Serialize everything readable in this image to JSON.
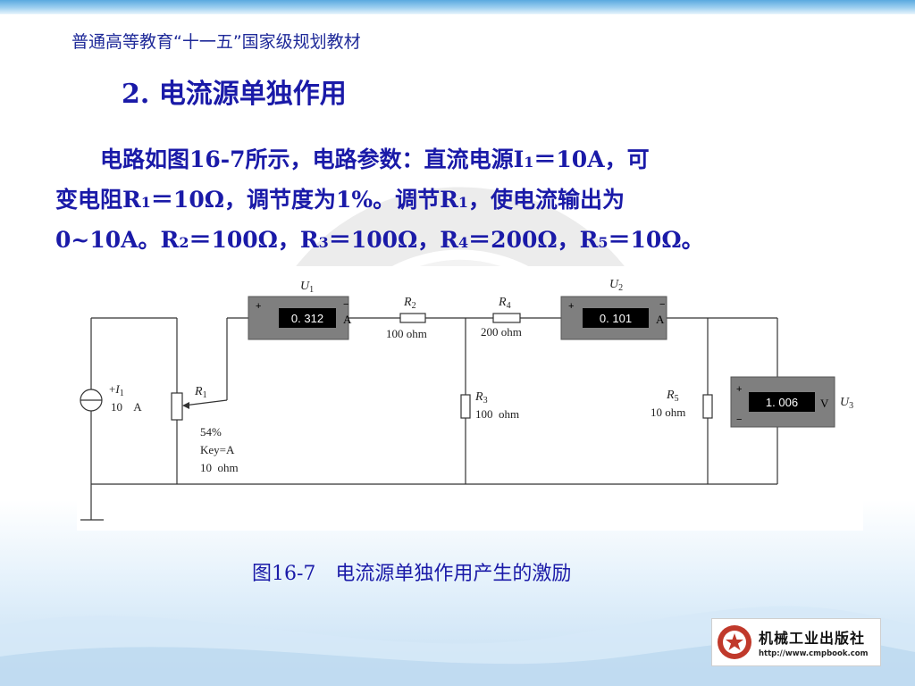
{
  "header": {
    "title": "普通高等教育“十一五”国家级规划教材"
  },
  "section": {
    "title": "2. 电流源单独作用"
  },
  "body": {
    "line1": {
      "a": "　　电路如图16-7所示，电路参数：直流电源I",
      "sub1": "1",
      "b": "＝10A，可"
    },
    "line2": {
      "a": "变电阻R",
      "sub1": "1",
      "b": "＝10Ω，调节度为1%。调节R",
      "sub2": "1",
      "c": "，使电流输出为"
    },
    "line3": {
      "a": "0~10A。R",
      "sub1": "2",
      "b": "＝100Ω，R",
      "sub2": "3",
      "c": "＝100Ω，R",
      "sub3": "4",
      "d": "＝200Ω，R",
      "sub4": "5",
      "e": "＝10Ω。"
    }
  },
  "circuit": {
    "u1": {
      "name": "U",
      "sub": "1",
      "reading": "0. 312",
      "unit": "A",
      "plus": "+",
      "minus": "−"
    },
    "u2": {
      "name": "U",
      "sub": "2",
      "reading": "0. 101",
      "unit": "A",
      "plus": "+",
      "minus": "−"
    },
    "u3": {
      "name": "U",
      "sub": "3",
      "reading": "1. 006",
      "unit": "V",
      "plus": "+",
      "minus": "−"
    },
    "r1": {
      "name": "R",
      "sub": "1",
      "setting": "54%",
      "key": "Key=A",
      "value": "10  ohm"
    },
    "r2": {
      "name": "R",
      "sub": "2",
      "value": "100 ohm"
    },
    "r3": {
      "name": "R",
      "sub": "3",
      "value": "100  ohm"
    },
    "r4": {
      "name": "R",
      "sub": "4",
      "value": "200 ohm"
    },
    "r5": {
      "name": "R",
      "sub": "5",
      "value": "10 ohm"
    },
    "i1": {
      "prefix": "+",
      "name": "I",
      "sub": "1",
      "value": "10    A"
    }
  },
  "caption": "图16-7　电流源单独作用产生的激励",
  "publisher": {
    "name": "机械工业出版社",
    "url": "http://www.cmpbook.com"
  },
  "colors": {
    "title_blue": "#1a1aa8",
    "meter_gray": "#808080",
    "band_blue": "#5aa9df"
  }
}
